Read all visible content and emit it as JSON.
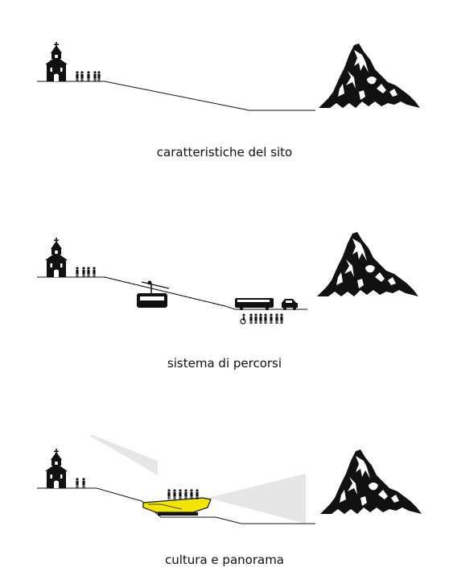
{
  "panels": [
    {
      "caption": "caratteristiche del sito"
    },
    {
      "caption": "sistema di percorsi"
    },
    {
      "caption": "cultura e panorama"
    }
  ],
  "colors": {
    "ink": "#111111",
    "highlight": "#f2e600",
    "view_cone": "#e6e6e6"
  },
  "icons": [
    "church-icon",
    "mountain-icon",
    "people-icon",
    "cable-car-icon",
    "bus-icon",
    "car-icon",
    "wheelchair-icon",
    "viewing-platform-icon"
  ]
}
